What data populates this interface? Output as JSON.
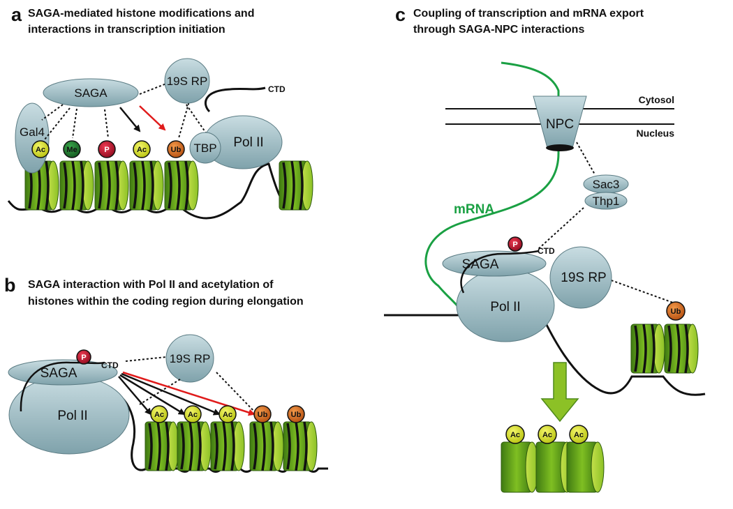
{
  "panel_a": {
    "letter": "a",
    "title_line1": "SAGA-mediated histone modifications and",
    "title_line2": "interactions in transcription initiation",
    "saga": "SAGA",
    "rp19s": "19S RP",
    "ctd": "CTD",
    "gal4": "Gal4",
    "tbp": "TBP",
    "pol2": "Pol II",
    "marks": [
      "Ac",
      "Me",
      "P",
      "Ac",
      "Ub"
    ]
  },
  "panel_b": {
    "letter": "b",
    "title_line1": "SAGA interaction with Pol II and acetylation of",
    "title_line2": "histones within the coding region during elongation",
    "saga": "SAGA",
    "p": "P",
    "ctd": "CTD",
    "rp19s": "19S RP",
    "pol2": "Pol II",
    "marks": [
      "Ac",
      "Ac",
      "Ac",
      "Ub",
      "Ub"
    ]
  },
  "panel_c": {
    "letter": "c",
    "title_line1": "Coupling of transcription and mRNA export",
    "title_line2": "through SAGA-NPC interactions",
    "cytosol": "Cytosol",
    "nucleus": "Nucleus",
    "npc": "NPC",
    "sac3": "Sac3",
    "thp1": "Thp1",
    "mrna": "mRNA",
    "p": "P",
    "ctd": "CTD",
    "saga": "SAGA",
    "rp19s": "19S RP",
    "pol2": "Pol II",
    "ub": "Ub",
    "marks_bottom": [
      "Ac",
      "Ac",
      "Ac"
    ]
  },
  "colors": {
    "protein": "#9fbec6",
    "ac": "#d7e21a",
    "me": "#1f7a32",
    "p": "#c8102e",
    "ub": "#e0701e",
    "nucleosome_dark": "#4f8a1a",
    "nucleosome_light": "#a9d232",
    "mrna": "#1aa043",
    "red_arrow": "#e01b1b"
  }
}
